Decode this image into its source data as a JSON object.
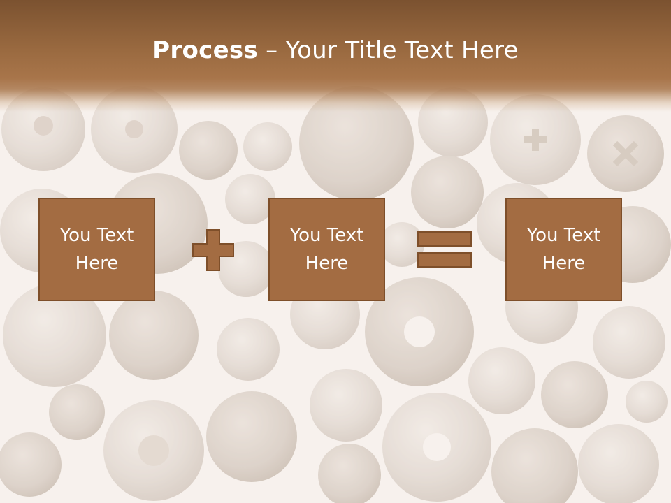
{
  "slide": {
    "title_bold": "Process",
    "title_separator": " – ",
    "title_rest": "Your Title Text Here"
  },
  "process": {
    "boxes": [
      {
        "text": "You Text\nHere"
      },
      {
        "text": "You Text\nHere"
      },
      {
        "text": "You Text\nHere"
      }
    ],
    "operators": [
      "plus-icon",
      "equals-icon"
    ]
  },
  "colors": {
    "header": "#9a6a40",
    "box_fill": "#a36c42",
    "box_border": "#7e4f2a",
    "title_text": "#ffffff",
    "background": "#f6f1ec"
  },
  "background_image": "faded-screw-heads-pattern"
}
